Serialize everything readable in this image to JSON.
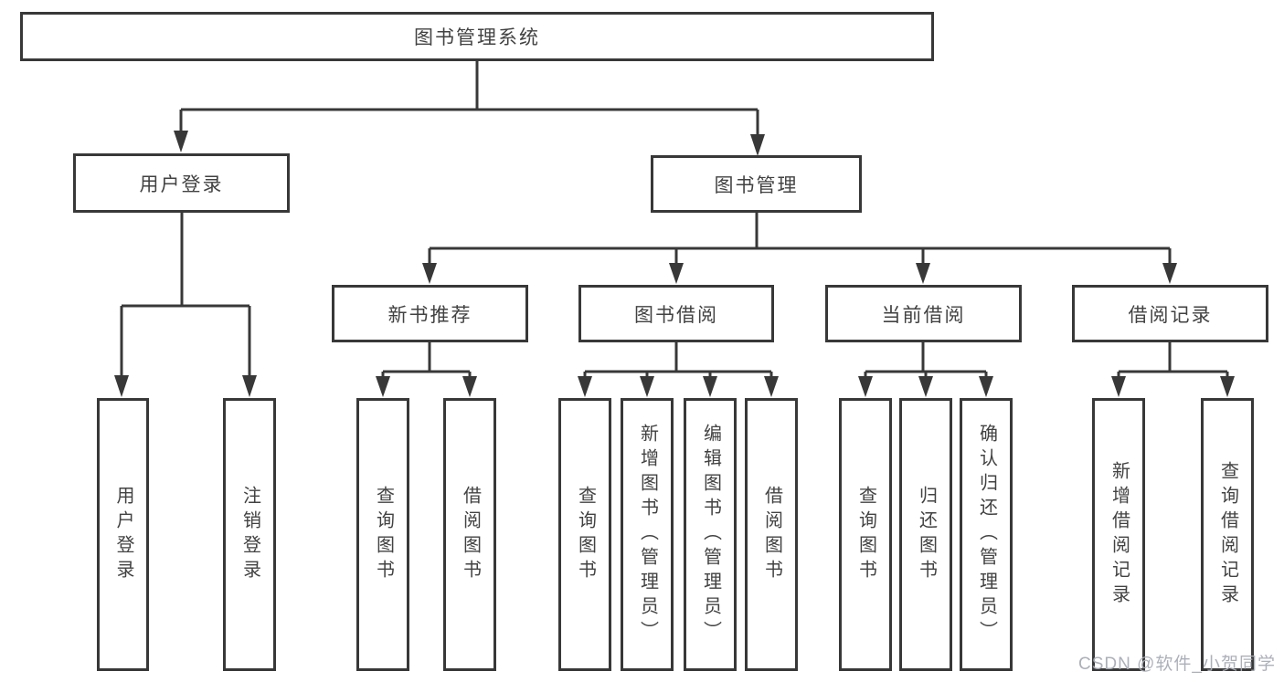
{
  "tree": {
    "root": {
      "label": "图书管理系统"
    },
    "branches": [
      {
        "label": "用户登录",
        "children": [
          {
            "label": "用户登录"
          },
          {
            "label": "注销登录"
          }
        ]
      },
      {
        "label": "图书管理",
        "children": [
          {
            "label": "新书推荐",
            "children": [
              {
                "label": "查询图书"
              },
              {
                "label": "借阅图书"
              }
            ]
          },
          {
            "label": "图书借阅",
            "children": [
              {
                "label": "查询图书"
              },
              {
                "label": "新增图书（管理员）"
              },
              {
                "label": "编辑图书（管理员）"
              },
              {
                "label": "借阅图书"
              }
            ]
          },
          {
            "label": "当前借阅",
            "children": [
              {
                "label": "查询图书"
              },
              {
                "label": "归还图书"
              },
              {
                "label": "确认归还（管理员）"
              }
            ]
          },
          {
            "label": "借阅记录",
            "children": [
              {
                "label": "新增借阅记录"
              },
              {
                "label": "查询借阅记录"
              }
            ]
          }
        ]
      }
    ]
  },
  "watermark": "CSDN @软件_小贺同学",
  "colors": {
    "line": "#383838",
    "text": "#424242",
    "watermark": "#a8acb5"
  }
}
